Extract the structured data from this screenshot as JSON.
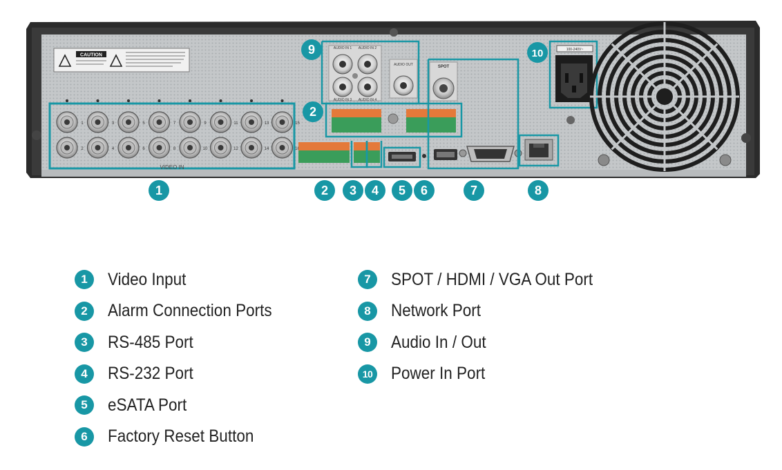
{
  "colors": {
    "accent": "#1897a5",
    "panel": "#c3c6c8",
    "chassis": "#2b2b2b",
    "terminal_green": "#3a9d5a",
    "terminal_orange": "#e4793a"
  },
  "device": {
    "caution_label": "CAUTION",
    "video_in_label": "VIDEO IN",
    "spot_label": "SPOT",
    "audio_out_label": "AUDIO OUT",
    "audio_in_labels": [
      "AUDIO IN 1",
      "AUDIO IN 2",
      "AUDIO IN 3",
      "AUDIO IN 4"
    ],
    "power_label": "100-240V~",
    "video_port_numbers": [
      "1",
      "3",
      "5",
      "7",
      "9",
      "11",
      "13",
      "15",
      "2",
      "4",
      "6",
      "8",
      "10",
      "12",
      "14",
      "16"
    ]
  },
  "callouts": [
    "1",
    "2",
    "3",
    "4",
    "5",
    "6",
    "7",
    "8",
    "9",
    "10",
    "2"
  ],
  "legend": [
    {
      "num": "1",
      "label": "Video Input"
    },
    {
      "num": "2",
      "label": "Alarm Connection Ports"
    },
    {
      "num": "3",
      "label": "RS-485 Port"
    },
    {
      "num": "4",
      "label": "RS-232 Port"
    },
    {
      "num": "5",
      "label": "eSATA Port"
    },
    {
      "num": "6",
      "label": "Factory Reset Button"
    },
    {
      "num": "7",
      "label": "SPOT / HDMI / VGA Out Port"
    },
    {
      "num": "8",
      "label": "Network Port"
    },
    {
      "num": "9",
      "label": "Audio In / Out"
    },
    {
      "num": "10",
      "label": "Power In Port"
    }
  ]
}
